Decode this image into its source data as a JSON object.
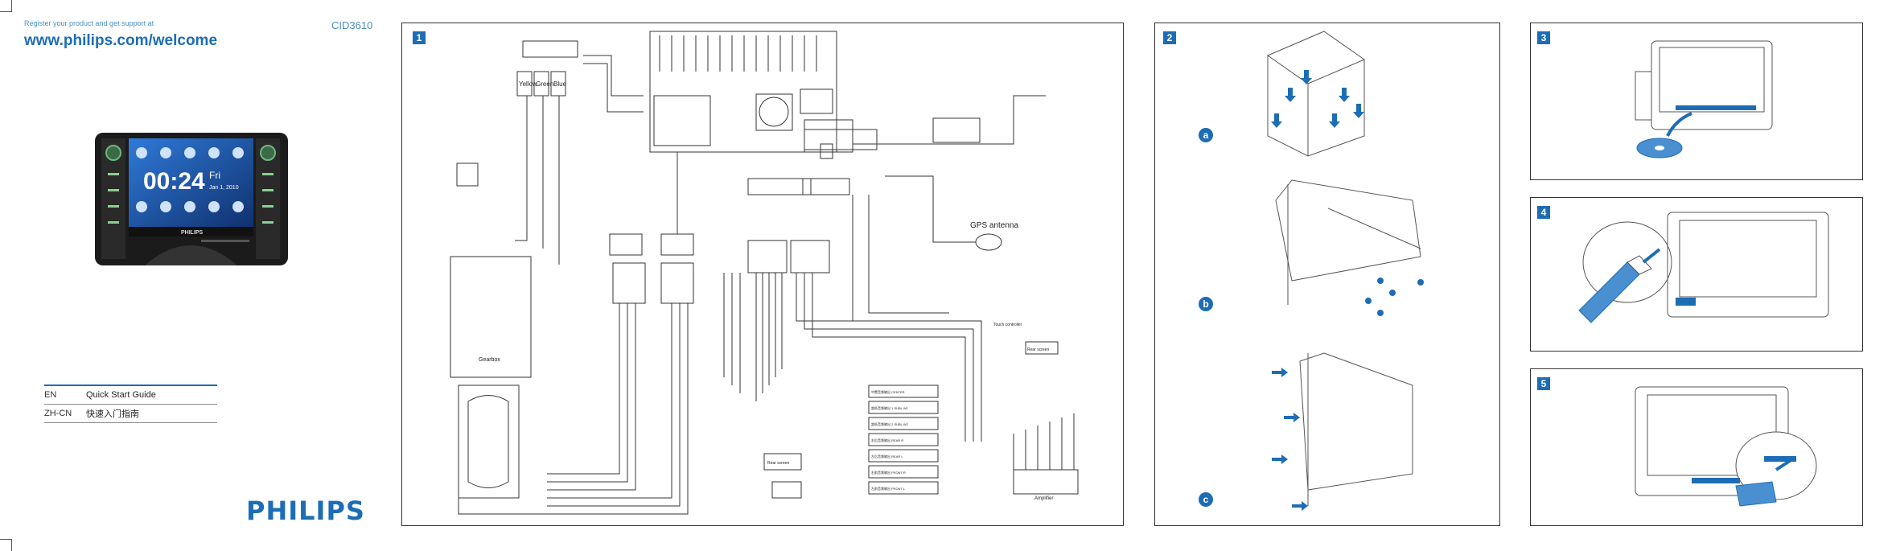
{
  "header": {
    "register_text": "Register your product and get support at",
    "website": "www.philips.com/welcome",
    "model": "CID3610"
  },
  "device_screen": {
    "time": "00:24",
    "day": "Fri",
    "date": "Jan 1, 2010",
    "brand": "PHILIPS"
  },
  "guides": [
    {
      "code": "EN",
      "title": "Quick Start Guide"
    },
    {
      "code": "ZH-CN",
      "title": "快速入门指南"
    }
  ],
  "logo": "PHILIPS",
  "panels": {
    "p1": {
      "number": "1",
      "wire_labels": {
        "yellow": "Yellow",
        "green": "Green",
        "blue": "Blue"
      },
      "gps_label": "GPS antenna",
      "gearbox_label": "Gearbox",
      "touch_label": "Touch controller",
      "rear_screen_label": "Rear screen",
      "amplifier_label": "Amplifier",
      "amp_outputs": [
        "中置音频输出 CENTER",
        "超低音频输出 1 SUBL W1",
        "超低音频输出 2 SUBL W2",
        "右后音频输出 REAR R",
        "左后音频输出 REAR L",
        "右前音频输出 FRONT R",
        "左前音频输出 FRONT L"
      ]
    },
    "p2": {
      "number": "2",
      "steps": [
        "a",
        "b",
        "c"
      ]
    },
    "p3": {
      "number": "3"
    },
    "p4": {
      "number": "4"
    },
    "p5": {
      "number": "5"
    }
  },
  "colors": {
    "accent": "#1d6db5",
    "line": "#333333"
  }
}
